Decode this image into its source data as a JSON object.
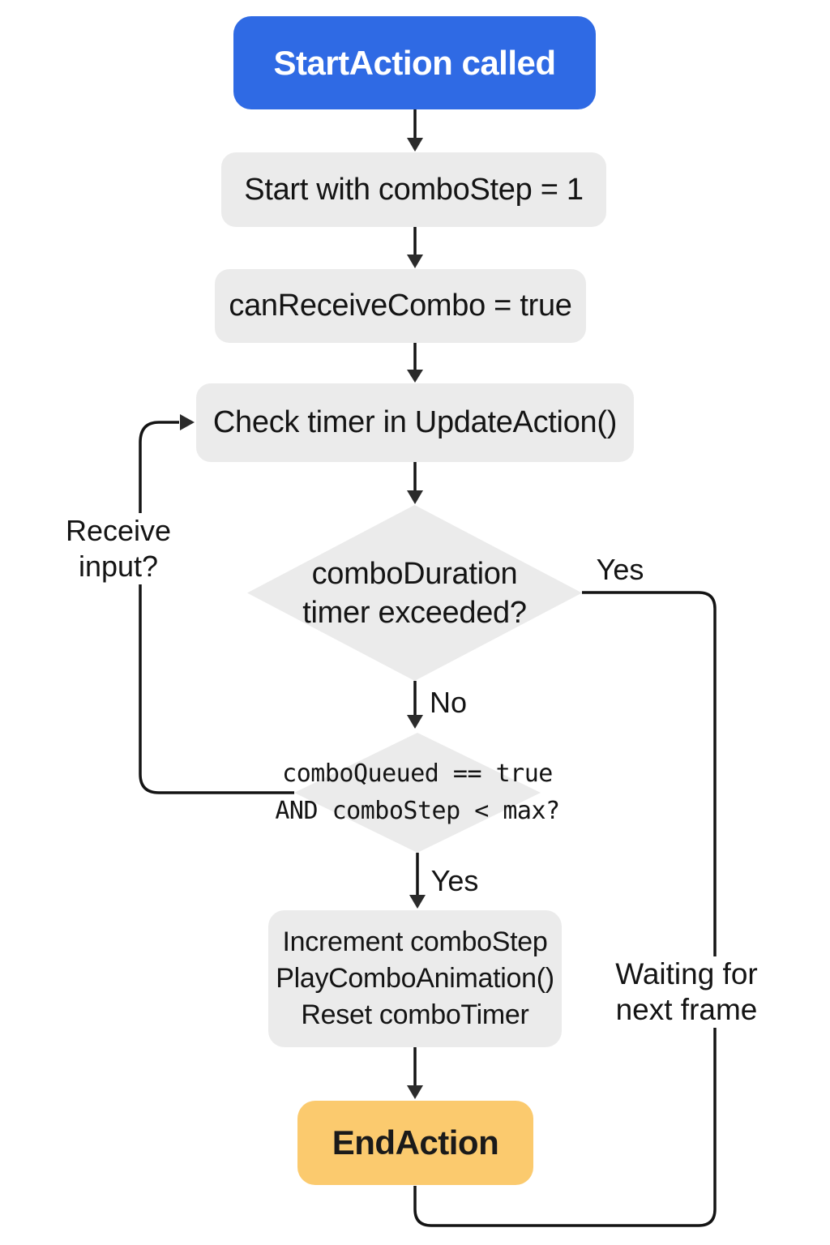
{
  "diagram": {
    "title_hint": "combo action flowchart",
    "colors": {
      "start_fill": "#2f6ae4",
      "start_text": "#ffffff",
      "process_fill": "#ebebeb",
      "decision_fill": "#ebebeb",
      "end_fill": "#fbca6e",
      "line": "#141414",
      "text": "#141414"
    },
    "nodes": {
      "start": {
        "label": "StartAction called"
      },
      "step_combostep": {
        "label": "Start with comboStep = 1"
      },
      "step_canreceive": {
        "label": "canReceiveCombo = true"
      },
      "step_checktimer": {
        "label": "Check timer in UpdateAction()"
      },
      "decision_duration": {
        "label": "comboDuration\ntimer exceeded?"
      },
      "decision_queued": {
        "label": "comboQueued == true\nAND comboStep < max?"
      },
      "action_increment": {
        "label": "Increment comboStep\nPlayComboAnimation()\nReset comboTimer"
      },
      "end": {
        "label": "EndAction"
      }
    },
    "edge_labels": {
      "yes_right": "Yes",
      "no_down": "No",
      "yes_down": "Yes",
      "receive_input": "Receive\ninput?",
      "waiting": "Waiting for\nnext frame"
    }
  }
}
